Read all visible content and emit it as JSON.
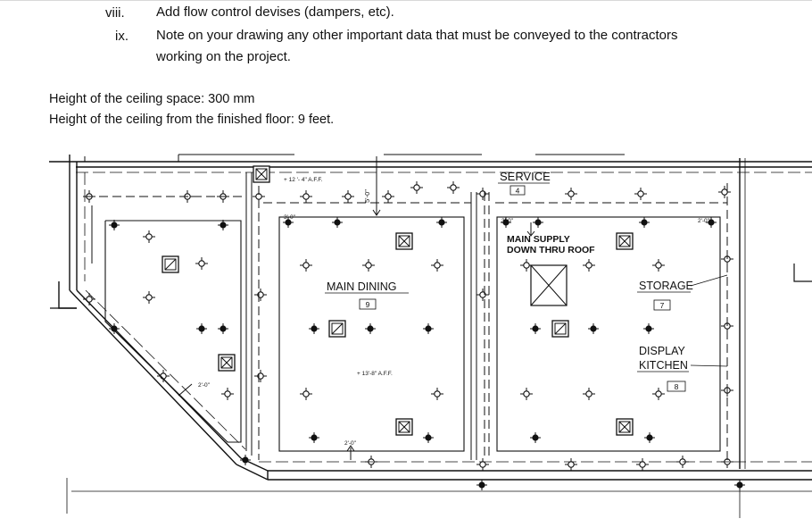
{
  "instructions": {
    "items": [
      {
        "num": "viii.",
        "text": "Add flow control devises (dampers, etc)."
      },
      {
        "num": "ix.",
        "text": "Note on your drawing any other important data that must be conveyed to the contractors working on the project."
      }
    ]
  },
  "notes": {
    "ceiling_space": "Height of the ceiling space: 300 mm",
    "ceiling_height": "Height of the ceiling from the finished floor: 9 feet."
  },
  "drawing": {
    "rooms": {
      "service": {
        "name": "SERVICE",
        "number": "4"
      },
      "main_dining": {
        "name": "MAIN DINING",
        "number": "9"
      },
      "storage": {
        "name": "STORAGE",
        "number": "7"
      },
      "display_kitchen": {
        "name_line1": "DISPLAY",
        "name_line2": "KITCHEN",
        "number": "8"
      }
    },
    "annotations": {
      "elev_top": "+ 12 '- 4\" A.F.F.",
      "elev_mid": "+ 13'-8\"  A.F.F.",
      "main_supply_1": "MAIN SUPPLY",
      "main_supply_2": "DOWN THRU ROOF",
      "dim_5_0": "5'-0\"",
      "dim_3_0_left": "3'-0\"",
      "dim_3_0_right": "3'-0\"",
      "dim_2_0_bottom": "2'-0\"",
      "dim_2_0_diag": "2'-0\"",
      "dim_2_0_right": "2'-0\""
    }
  }
}
